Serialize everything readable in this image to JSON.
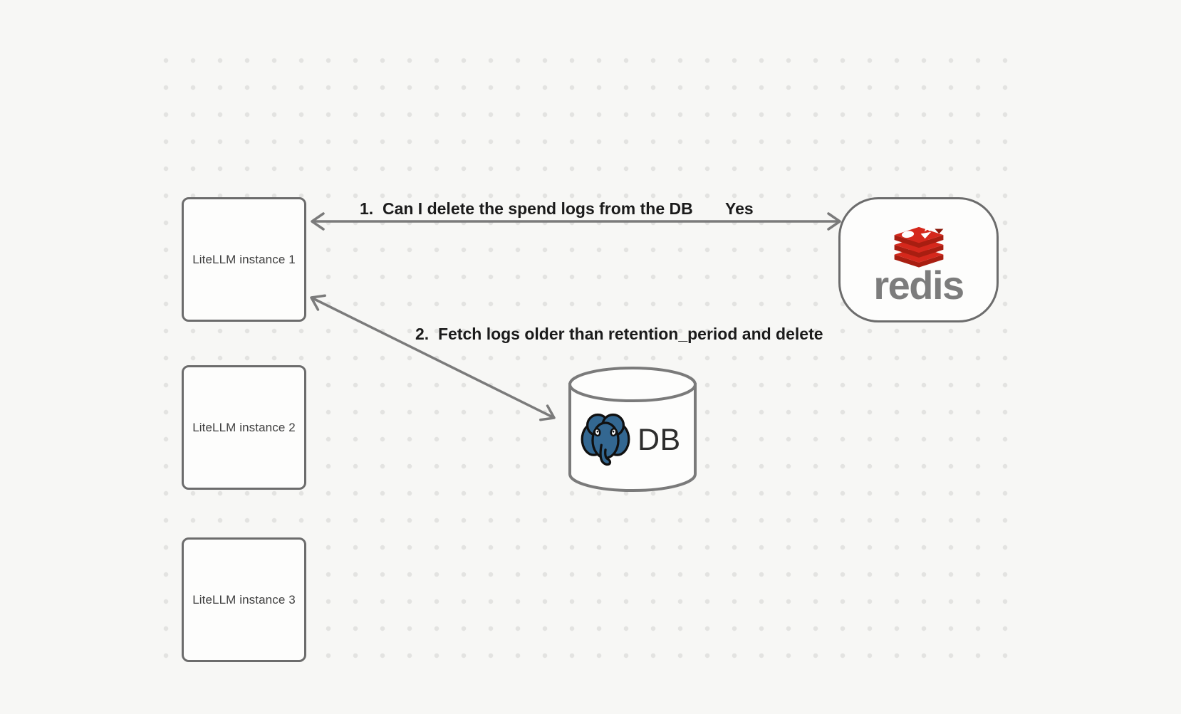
{
  "diagram": {
    "nodes": {
      "instance1": {
        "label": "LiteLLM instance 1"
      },
      "instance2": {
        "label": "LiteLLM instance 2"
      },
      "instance3": {
        "label": "LiteLLM instance 3"
      },
      "redis": {
        "label": "redis",
        "icon": "redis-logo"
      },
      "db": {
        "label": "DB",
        "icon": "postgresql-elephant-logo",
        "shape": "database-cylinder"
      }
    },
    "edges": [
      {
        "label": "1.  Can I delete the spend logs from the DB",
        "response": "Yes",
        "from": "redis",
        "to": "LiteLLM instance 1",
        "arrows": "both"
      },
      {
        "label": "2.  Fetch logs older than retention_period and delete",
        "from": "LiteLLM instance 1",
        "to": "DB",
        "arrows": "both"
      }
    ],
    "colors": {
      "canvas_bg": "#f7f7f5",
      "grid_dot": "#e3e3e1",
      "node_border": "#6c6c6c",
      "node_fill": "#fdfdfc",
      "arrow": "#7b7b7b",
      "edge_label_text": "#1b1b1b",
      "node_label_text": "#3f3f3f",
      "redis_red": "#d5281c",
      "redis_red_dark": "#a81e11",
      "redis_wordmark": "#7c7c7c",
      "postgres_blue": "#336791",
      "db_text": "#2d2d2d"
    }
  }
}
